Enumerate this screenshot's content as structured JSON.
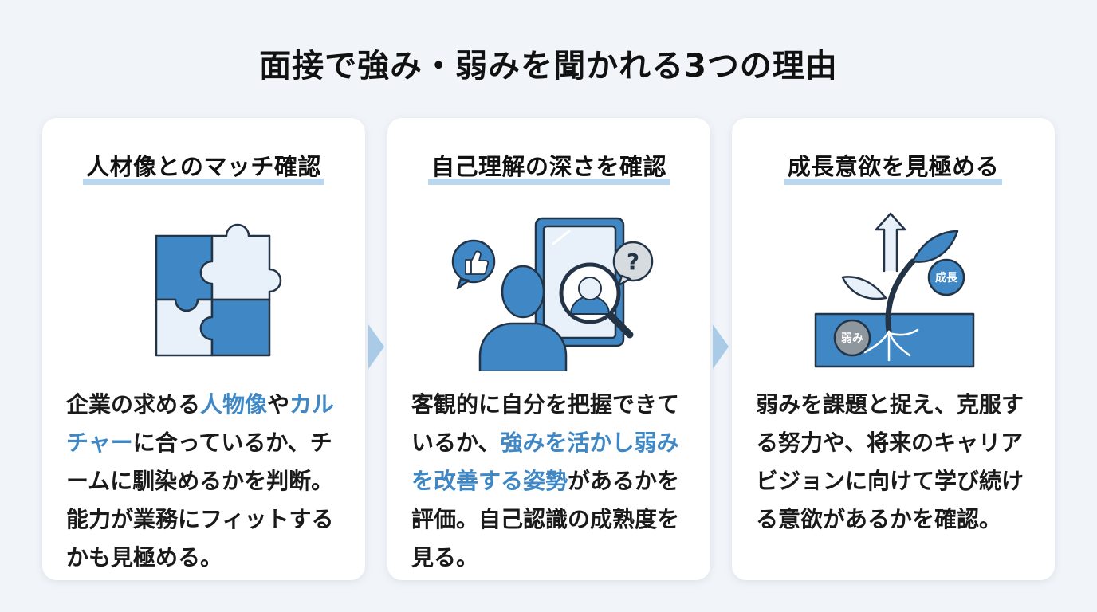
{
  "title": "面接で強み・弱みを聞かれる3つの理由",
  "colors": {
    "accent": "#3f88c5",
    "highlight": "#b9d7ee",
    "dark_outline": "#243447",
    "light_fill": "#e8f1fa",
    "background": "#f1f5f9"
  },
  "cards": [
    {
      "heading": "人材像とのマッチ確認",
      "icon": "puzzle-icon",
      "body": [
        {
          "text": "企業の求める",
          "em": false
        },
        {
          "text": "人物像",
          "em": true
        },
        {
          "text": "や",
          "em": false
        },
        {
          "text": "カルチャー",
          "em": true
        },
        {
          "text": "に合っているか、チームに馴染めるかを判断。能力が業務にフィットするかも見極める。",
          "em": false
        }
      ]
    },
    {
      "heading": "自己理解の深さを確認",
      "icon": "mirror-self-reflection-icon",
      "body": [
        {
          "text": "客観的に自分を把握できているか、",
          "em": false
        },
        {
          "text": "強みを活かし弱みを改善する姿勢",
          "em": true
        },
        {
          "text": "があるかを評価。自己認識の成熟度を見る。",
          "em": false
        }
      ]
    },
    {
      "heading": "成長意欲を見極める",
      "icon": "growing-plant-icon",
      "badges": {
        "growth": "成長",
        "weakness": "弱み"
      },
      "body": [
        {
          "text": "弱みを課題と捉え、克服する努力や、将来のキャリアビジョンに向けて学び続ける意欲があるかを確認。",
          "em": false
        }
      ]
    }
  ]
}
